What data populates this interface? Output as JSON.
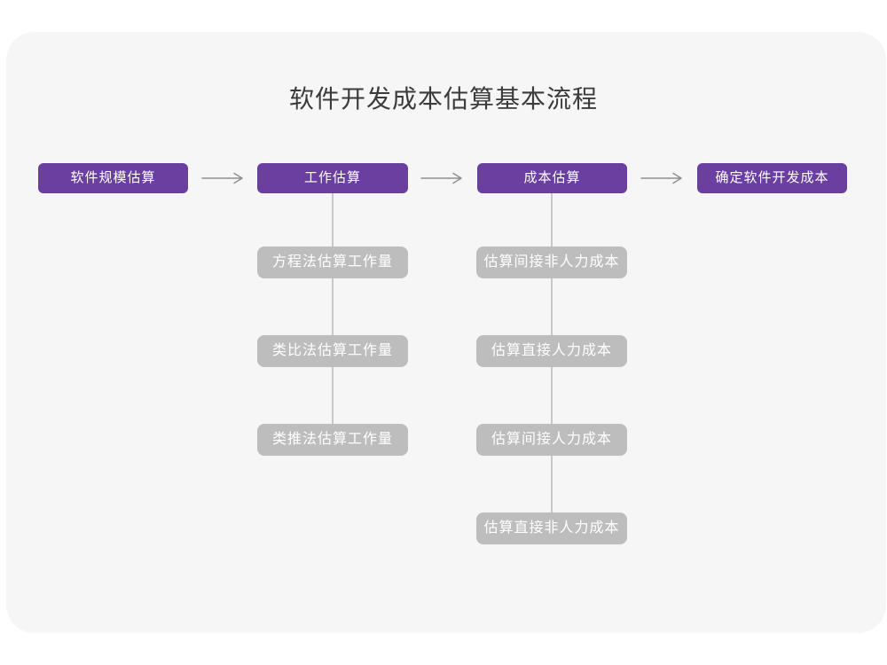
{
  "page": {
    "title": "软件开发成本估算基本流程"
  },
  "colors": {
    "main_box_purple": "#6a3f9f",
    "sub_box_gray": "#bdbdbd",
    "card_background": "#f6f6f7",
    "page_background": "#ffffff",
    "arrow_gray": "#8e8e8e",
    "connector_gray": "#c8c8c8",
    "title_text": "#3b3b3b",
    "box_text": "#ffffff"
  },
  "flow": {
    "main_steps": [
      {
        "label": "软件规模估算"
      },
      {
        "label": "工作估算"
      },
      {
        "label": "成本估算"
      },
      {
        "label": "确定软件开发成本"
      }
    ],
    "work_estimation_methods": [
      {
        "label": "方程法估算工作量"
      },
      {
        "label": "类比法估算工作量"
      },
      {
        "label": "类推法估算工作量"
      }
    ],
    "cost_estimation_items": [
      {
        "label": "估算间接非人力成本"
      },
      {
        "label": "估算直接人力成本"
      },
      {
        "label": "估算间接人力成本"
      },
      {
        "label": "估算直接非人力成本"
      }
    ]
  }
}
